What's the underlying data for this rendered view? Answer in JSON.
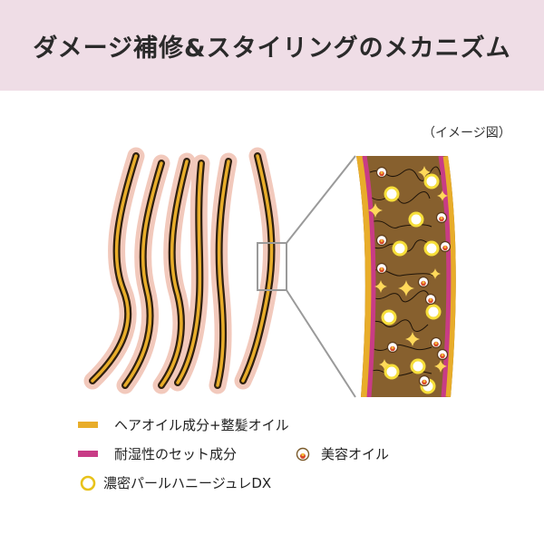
{
  "title": "ダメージ補修&スタイリングのメカニズム",
  "note": "（イメージ図）",
  "colors": {
    "title_band": "#efdde6",
    "hair_outer": "#f2c9bc",
    "hair_core": "#2f2010",
    "oil_yellow": "#e8ad2a",
    "set_magenta": "#c83c86",
    "cortex_brown": "#87602e",
    "pearl": "#f6de3a",
    "zoom_box": "#9a9a9a"
  },
  "legend": {
    "hair_oil": "ヘアオイル成分+整髪オイル",
    "humidity_set": "耐湿性のセット成分",
    "beauty_oil": "美容オイル",
    "pearl_honey": "濃密パールハニージュレDX"
  },
  "icons": {
    "sparkle": "sparkle-icon",
    "beauty_oil": "oil-droplet-icon",
    "pearl": "pearl-ring-icon"
  }
}
